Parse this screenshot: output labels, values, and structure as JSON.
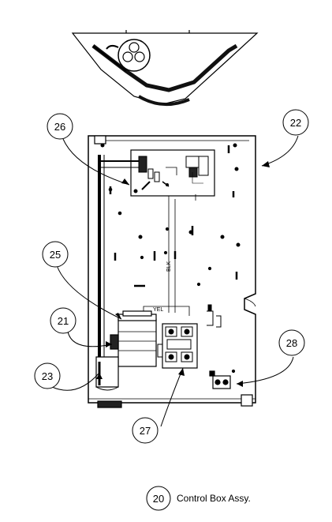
{
  "callouts": {
    "c22": "22",
    "c26": "26",
    "c25": "25",
    "c21": "21",
    "c23": "23",
    "c28": "28",
    "c27": "27",
    "c20": "20"
  },
  "wire_labels": {
    "yel": "YEL",
    "blk": "BLK"
  },
  "caption": {
    "text": "Control Box Assy."
  }
}
